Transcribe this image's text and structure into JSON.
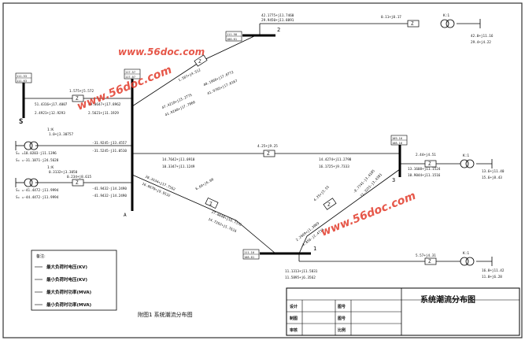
{
  "diagram": {
    "caption": "附图1 系统潮流分布图",
    "title_block_title": "系统潮流分布图",
    "watermark": "www.56doc.com",
    "buses": {
      "S": "S",
      "A": "A",
      "b1": "1",
      "b2": "2",
      "b3": "3"
    },
    "bus_voltage": {
      "bS": [
        "111.53",
        "111.63"
      ],
      "bA": [
        "117.57",
        "117.07"
      ],
      "b2": [
        "111.58",
        "100.61"
      ],
      "b3": [
        "109.16",
        "108.16"
      ],
      "b1": [
        "111.16",
        "108.61"
      ]
    },
    "flows": {
      "s_line_top": "1.575+j5.572",
      "s_line_mid": "51.4316+j17.4007",
      "s_line_bot": "2.4921+j12.9293",
      "s_line_mid_r": "49.0647+j17.8962",
      "s_line_bot_r": "2.5621+j11.1929",
      "gen1_a": "1.0+j3.30757",
      "gen1_b": "-31.9245-j33.4557",
      "gen1_c": "-31.5245-j31.0510",
      "gen1_smax": "Sₘ =18.0203-j11.1396",
      "gen1_smin": "Sₘ =-31.1871-j24.5628",
      "gen2_a": "0.3132+j3.3050",
      "gen2_b": "0.234+j8.615",
      "gen2_c": "-41.9432-j14.2490",
      "gen2_d": "-41.9432-j14.2490",
      "gen2_smax": "Sₘ =-41.4472-j11.9994",
      "gen2_smin": "Sₘ =-44.4472-j11.9994",
      "a2_z": "1.507+j4.512",
      "a2_top": "40.1966+j17.0772",
      "a2_r1": "41.9795+j17.0167",
      "a2_r2": "47.4218+j23.2775",
      "a2_r3": "41.9248+j17.7860",
      "b2_top1": "42.1775+j11.7460",
      "b2_top2": "29.9450+j11.8891",
      "b2_z": "0.11+j0.17",
      "b2_load1": "42.0+j11.16",
      "b2_load2": "29.4+j4.22",
      "a3_z": "4.25+j9.25",
      "a3_l1": "14.7642+j11.0910",
      "a3_l2": "10.3347+j11.1249",
      "a3_r1": "14.4274+j11.2798",
      "a3_r2": "16.1725+j9.7333",
      "b3_z": "2.44+j4.51",
      "b3_f1": "13.1608+j11.1524",
      "b3_f2": "10.9044+j11.1516",
      "b3_load1": "13.6+j11.40",
      "b3_load2": "15.6+j8.43",
      "a1_z": "6.64+j6.00",
      "a1_l1": "28.3534+j17.7562",
      "a1_l2": "16.8670+j9.9532",
      "a1_r1": "27.6648+j16.7376",
      "a1_r2": "14.7262+j5.7616",
      "b31_z": "4.25+j5.55",
      "b31_d1": "-8.7741-j3.4185",
      "b31_d2": "-11.3251-j3.4381",
      "b31_l1": "2.2669+j1.3069",
      "b31_l2": "-4.856-j2.4716",
      "b1_z": "5.57+j4.31",
      "b1_f1": "11.1313+j11.5831",
      "b1_f2": "11.5895+j6.3562",
      "b1_load1": "16.0+j11.42",
      "b1_load2": "11.0+j6.28"
    },
    "legend": {
      "title": "备注:",
      "items": [
        "最大负荷时电压(KV)",
        "最小负荷时电压(KV)",
        "最大负荷时功率(MVA)",
        "最小负荷时功率(MVA)"
      ]
    },
    "title_block": {
      "r1": [
        "设计",
        "",
        "图号",
        ""
      ],
      "r2": [
        "制图",
        "",
        "图号",
        ""
      ],
      "r3": [
        "审核",
        "",
        "比例",
        ""
      ]
    },
    "gen_labels": {
      "g1": "1:K",
      "g2": "1:K",
      "gt": "K:1",
      "g3": "K:1",
      "g4": "K:1"
    }
  }
}
